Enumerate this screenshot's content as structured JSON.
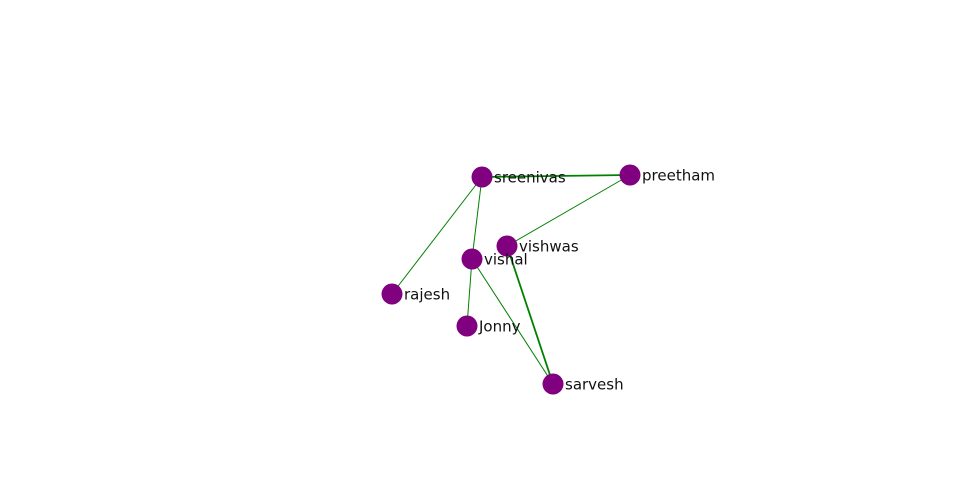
{
  "graph": {
    "node_color": "#800080",
    "edge_color": "#008000",
    "nodes": [
      {
        "id": "sreenivas",
        "label": "sreenivas"
      },
      {
        "id": "preetham",
        "label": "preetham"
      },
      {
        "id": "vishwas",
        "label": "vishwas"
      },
      {
        "id": "vishal",
        "label": "vishal"
      },
      {
        "id": "rajesh",
        "label": "rajesh"
      },
      {
        "id": "Jonny",
        "label": "Jonny"
      },
      {
        "id": "sarvesh",
        "label": "sarvesh"
      }
    ],
    "edges": [
      {
        "source": "sreenivas",
        "target": "preetham",
        "weight": 2
      },
      {
        "source": "sreenivas",
        "target": "rajesh",
        "weight": 1
      },
      {
        "source": "sreenivas",
        "target": "vishal",
        "weight": 1
      },
      {
        "source": "preetham",
        "target": "vishwas",
        "weight": 1
      },
      {
        "source": "vishal",
        "target": "Jonny",
        "weight": 1
      },
      {
        "source": "vishal",
        "target": "sarvesh",
        "weight": 1
      },
      {
        "source": "vishwas",
        "target": "sarvesh",
        "weight": 2
      }
    ]
  }
}
